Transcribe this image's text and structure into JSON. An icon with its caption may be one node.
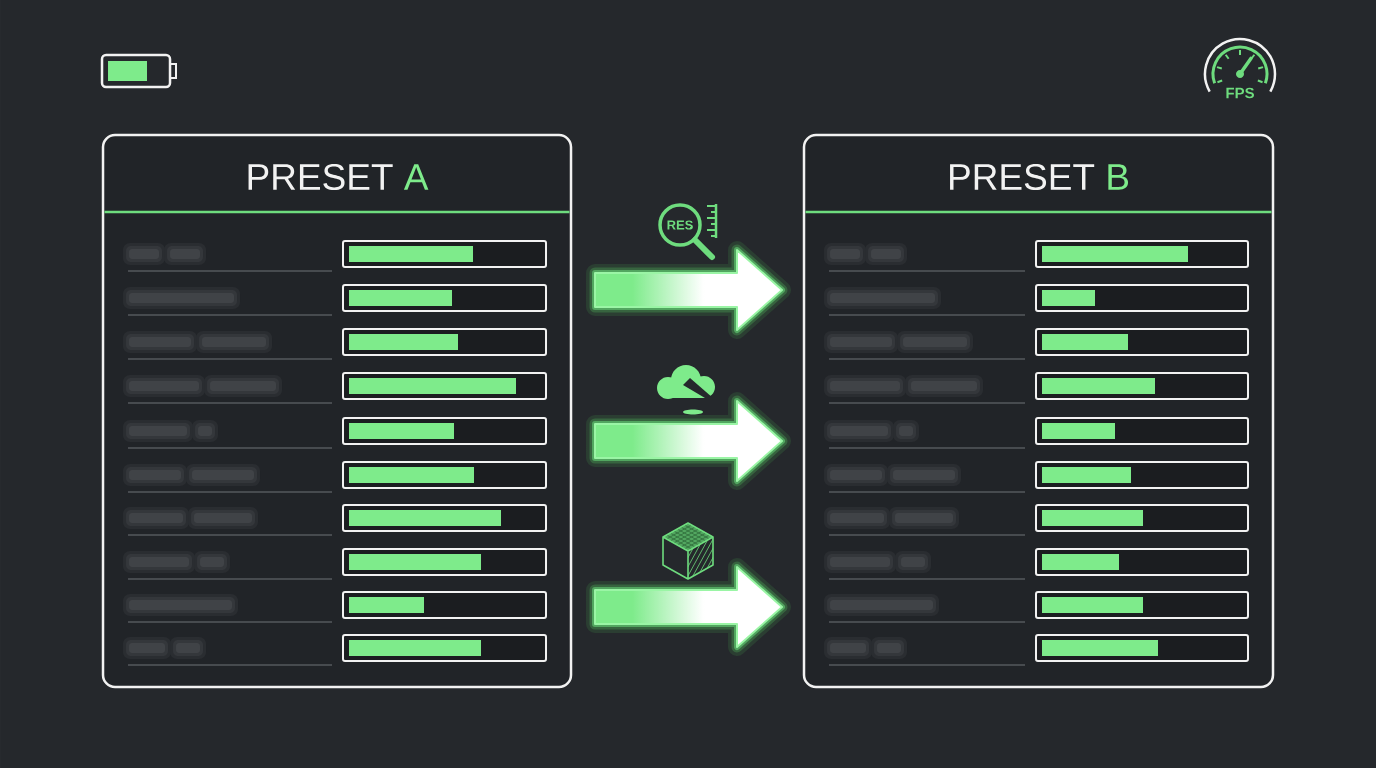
{
  "diagram": {
    "nodes": [
      {
        "text": [
          "PRESET",
          "A"
        ]
      },
      {
        "text": [
          "PRESET",
          "B"
        ]
      }
    ],
    "edges": [
      {
        "from": 0,
        "to": 1,
        "arrow": "to"
      },
      {
        "from": 0,
        "to": 1,
        "arrow": "to"
      },
      {
        "from": 0,
        "to": 1,
        "arrow": "to"
      }
    ],
    "labels": [
      "FPS",
      "RES"
    ]
  }
}
